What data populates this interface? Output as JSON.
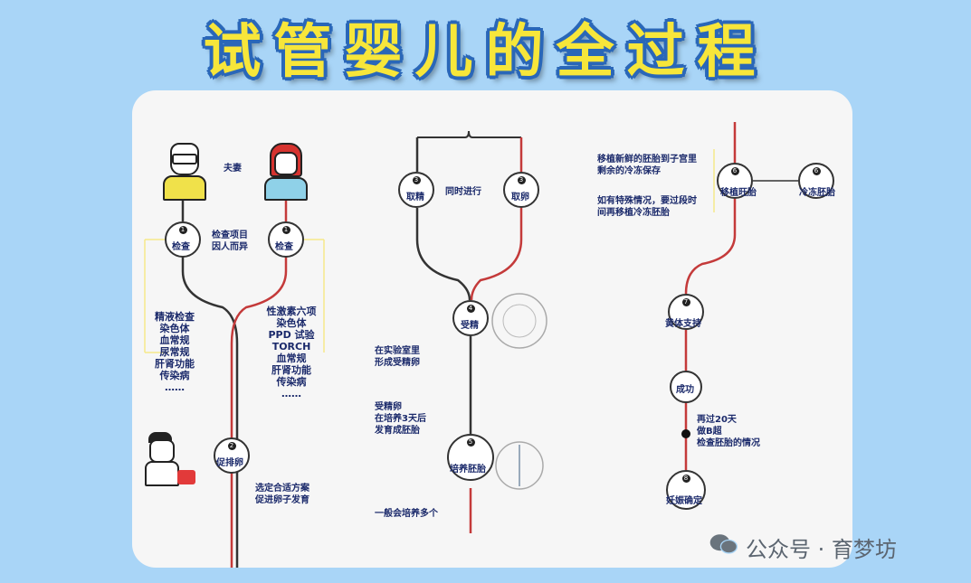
{
  "title": "试管婴儿的全过程",
  "couple_label": "夫妻",
  "nodes": {
    "check_left": {
      "num": "1",
      "label": "检查"
    },
    "check_right": {
      "num": "1",
      "label": "检查"
    },
    "ovulation": {
      "num": "2",
      "label": "促排卵"
    },
    "sperm": {
      "num": "3",
      "label": "取精"
    },
    "egg": {
      "num": "3",
      "label": "取卵"
    },
    "fertilize": {
      "num": "4",
      "label": "受精"
    },
    "culture": {
      "num": "5",
      "label": "培养胚胎"
    },
    "transfer": {
      "num": "6",
      "label": "移植旺胎"
    },
    "freeze": {
      "num": "6",
      "label": "冷冻胚胎"
    },
    "luteal": {
      "num": "7",
      "label": "黄体支持"
    },
    "success": {
      "label": "成功"
    },
    "pregnancy": {
      "num": "8",
      "label": "妊娠确定"
    }
  },
  "texts": {
    "check_items": "检查项目\n因人而异",
    "male_tests": "精液检查\n染色体\n血常规\n尿常规\n肝肾功能\n传染病\n……",
    "female_tests": "性激素六项\n染色体\nPPD 试验\nTORCH\n血常规\n肝肾功能\n传染病\n……",
    "plan": "选定合适方案\n促进卵子发育",
    "simultaneous": "同时进行",
    "lab": "在实验室里\n形成受精卵",
    "culture_desc": "受精卵\n在培养3天后\n发育成胚胎",
    "multiple": "一般会培养多个",
    "transfer_desc": "移植新鲜的胚胎到子宫里\n剩余的冷冻保存",
    "special": "如有特殊情况，要过段时\n间再移植冷冻胚胎",
    "bscan": "再过20天\n做B超\n检查胚胎的情况"
  },
  "watermark": "公众号 · 育梦坊"
}
